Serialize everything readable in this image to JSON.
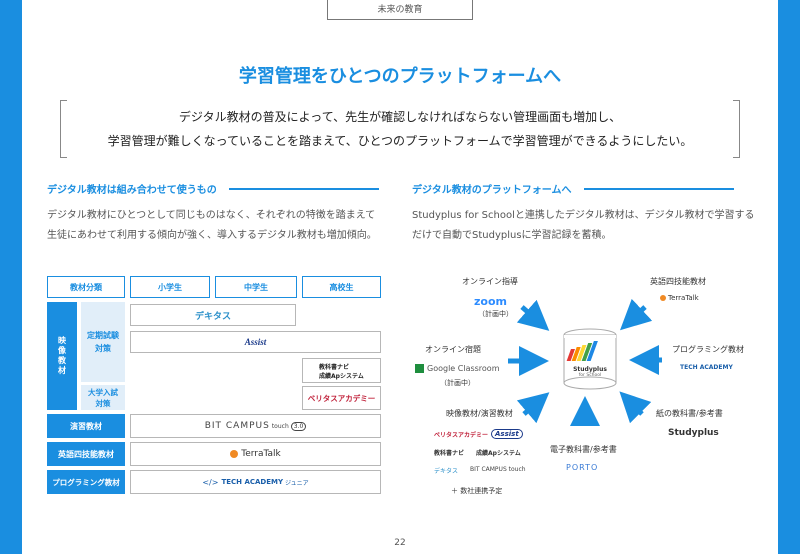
{
  "section": "未来の教育",
  "headline": "学習管理をひとつのプラットフォームへ",
  "lead": {
    "line1": "デジタル教材の普及によって、先生が確認しなければならない管理画面も増加し、",
    "line2": "学習管理が難しくなっていることを踏まえて、ひとつのプラットフォームで学習管理ができるようにしたい。"
  },
  "left": {
    "heading": "デジタル教材は組み合わせて使うもの",
    "desc1": "デジタル教材にひとつとして同じものはなく、それぞれの特徴を踏まえて",
    "desc2": "生徒にあわせて利用する傾向が強く、導入するデジタル教材も増加傾向。",
    "table": {
      "h_category": "教材分類",
      "h_elem": "小学生",
      "h_middle": "中学生",
      "h_high": "高校生",
      "video": "映像教材",
      "periodic": "定期試験対策",
      "entrance": "大学入試対策",
      "drill": "演習教材",
      "english": "英語四技能教材",
      "programming": "プログラミング教材"
    },
    "logos": {
      "dekitasu": "デキタス",
      "assist": "Assist",
      "navi": "教科書ナビ",
      "ap": "成績Apシステム",
      "veritas": "ベリタスアカデミー",
      "bitcampus": "BIT CAMPUS",
      "bitcampus_sub": "touch",
      "bitcampus_ver": "3.0",
      "terratalk": "TerraTalk",
      "techacademy": "TECH ACADEMY",
      "techacademy_sub": "ジュニア"
    }
  },
  "right": {
    "heading": "デジタル教材のプラットフォームへ",
    "desc1": "Studyplus for Schoolと連携したデジタル教材は、デジタル教材で学習する",
    "desc2": "だけで自動でStudyplusに学習記録を蓄積。",
    "labels": {
      "online": "オンライン指導",
      "zoom": "zoom",
      "zoom_plan": "（計画中）",
      "homework": "オンライン宿題",
      "gc": "Google Classroom",
      "gc_plan": "（計画中）",
      "video": "映像教材/演習教材",
      "ebook": "電子教科書/参考書",
      "porto": "PORTO",
      "english": "英語四技能教材",
      "terratalk": "TerraTalk",
      "prog": "プログラミング教材",
      "techacademy": "TECH ACADEMY",
      "paper": "紙の教科書/参考書",
      "studyplus": "Studyplus",
      "more": "＋ 数社連携予定",
      "center": "Studyplus",
      "center_sub": "for School"
    },
    "mini": {
      "veritas": "ベリタスアカデミー",
      "assist": "Assist",
      "navi": "教科書ナビ",
      "ap": "成績Apシステム",
      "dekitasu": "デキタス",
      "bitcampus": "BIT CAMPUS touch"
    }
  },
  "page": "22",
  "colors": {
    "accent": "#1a8ee0",
    "light": "#e1eef9"
  }
}
